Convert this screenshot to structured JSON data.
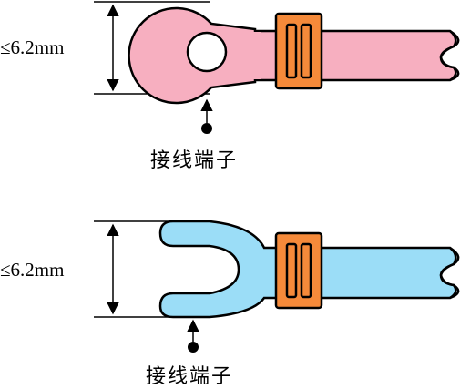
{
  "terminals": [
    {
      "id": "ring",
      "dimension_label": "≤6.2mm",
      "caption": "接线端子",
      "body_color": "#F7AFC0",
      "collar_color": "#F58A3A"
    },
    {
      "id": "fork",
      "dimension_label": "≤6.2mm",
      "caption": "接线端子",
      "body_color": "#9BDDF7",
      "collar_color": "#F58A3A"
    }
  ],
  "colors": {
    "stroke": "#000000"
  }
}
